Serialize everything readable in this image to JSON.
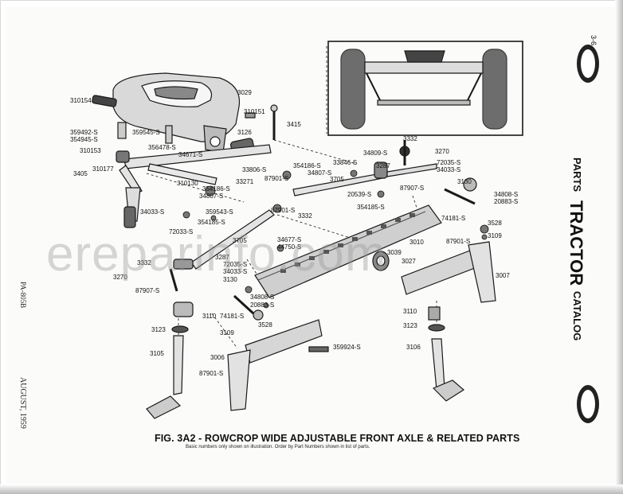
{
  "page": {
    "number": "3-6",
    "side_title_parts": "PARTS",
    "side_title_tractor": "TRACTOR",
    "side_title_catalog": "CATALOG",
    "left_code": "PA-805B",
    "left_date": "AUGUST, 1959",
    "caption": "FIG. 3A2 - ROWCROP WIDE ADJUSTABLE FRONT AXLE & RELATED PARTS",
    "subcaption": "Basic numbers only shown on illustration. Order by Part Numbers shown in list of parts.",
    "watermark": "ereparinfo.com"
  },
  "part_labels": [
    {
      "id": "l1",
      "text": "310154"
    },
    {
      "id": "l2",
      "text": "3029"
    },
    {
      "id": "l3",
      "text": "310151"
    },
    {
      "id": "l4",
      "text": "3415"
    },
    {
      "id": "l5",
      "text": "359492-S"
    },
    {
      "id": "l6",
      "text": "354945-S"
    },
    {
      "id": "l7",
      "text": "359545-S"
    },
    {
      "id": "l8",
      "text": "3126"
    },
    {
      "id": "l9",
      "text": "356478-S"
    },
    {
      "id": "l10",
      "text": "34671-S"
    },
    {
      "id": "l11",
      "text": "310153"
    },
    {
      "id": "l12",
      "text": "3405"
    },
    {
      "id": "l13",
      "text": "310177"
    },
    {
      "id": "l14",
      "text": "3332"
    },
    {
      "id": "l15",
      "text": "3270"
    },
    {
      "id": "l16",
      "text": "34809-S"
    },
    {
      "id": "l17",
      "text": "33846-S"
    },
    {
      "id": "l18",
      "text": "3287"
    },
    {
      "id": "l19",
      "text": "354186-S"
    },
    {
      "id": "l20",
      "text": "34807-S"
    },
    {
      "id": "l21",
      "text": "33806-S"
    },
    {
      "id": "l22",
      "text": "3705"
    },
    {
      "id": "l23",
      "text": "72035-S"
    },
    {
      "id": "l24",
      "text": "34033-S"
    },
    {
      "id": "l25",
      "text": "310130"
    },
    {
      "id": "l26",
      "text": "33271"
    },
    {
      "id": "l27",
      "text": "354186-S"
    },
    {
      "id": "l28",
      "text": "34807-S"
    },
    {
      "id": "l29",
      "text": "87901-S"
    },
    {
      "id": "l30",
      "text": "87907-S"
    },
    {
      "id": "l31",
      "text": "20539-S"
    },
    {
      "id": "l32",
      "text": "3130"
    },
    {
      "id": "l33",
      "text": "34808-S"
    },
    {
      "id": "l34",
      "text": "20883-S"
    },
    {
      "id": "l35",
      "text": "34033-S"
    },
    {
      "id": "l36",
      "text": "359543-S"
    },
    {
      "id": "l37",
      "text": "87901-S"
    },
    {
      "id": "l38",
      "text": "354185-S"
    },
    {
      "id": "l39",
      "text": "3332"
    },
    {
      "id": "l40",
      "text": "72033-S"
    },
    {
      "id": "l41",
      "text": "354185-S"
    },
    {
      "id": "l42",
      "text": "74181-S"
    },
    {
      "id": "l43",
      "text": "3528"
    },
    {
      "id": "l44",
      "text": "3109"
    },
    {
      "id": "l45",
      "text": "3705"
    },
    {
      "id": "l46",
      "text": "34677-S"
    },
    {
      "id": "l47",
      "text": "44750-S"
    },
    {
      "id": "l48",
      "text": "3010"
    },
    {
      "id": "l49",
      "text": "87901-S"
    },
    {
      "id": "l50",
      "text": "3039"
    },
    {
      "id": "l51",
      "text": "3027"
    },
    {
      "id": "l52",
      "text": "3332"
    },
    {
      "id": "l53",
      "text": "3287"
    },
    {
      "id": "l54",
      "text": "72035-S"
    },
    {
      "id": "l55",
      "text": "34033-S"
    },
    {
      "id": "l56",
      "text": "3270"
    },
    {
      "id": "l57",
      "text": "3130"
    },
    {
      "id": "l58",
      "text": "87907-S"
    },
    {
      "id": "l59",
      "text": "3007"
    },
    {
      "id": "l60",
      "text": "34808-S"
    },
    {
      "id": "l61",
      "text": "20883-S"
    },
    {
      "id": "l62",
      "text": "3110"
    },
    {
      "id": "l63",
      "text": "74181-S"
    },
    {
      "id": "l64",
      "text": "3528"
    },
    {
      "id": "l65",
      "text": "3123"
    },
    {
      "id": "l66",
      "text": "3110"
    },
    {
      "id": "l67",
      "text": "3123"
    },
    {
      "id": "l68",
      "text": "3109"
    },
    {
      "id": "l69",
      "text": "3105"
    },
    {
      "id": "l70",
      "text": "3006"
    },
    {
      "id": "l71",
      "text": "359924-S"
    },
    {
      "id": "l72",
      "text": "3106"
    },
    {
      "id": "l73",
      "text": "87901-S"
    }
  ]
}
